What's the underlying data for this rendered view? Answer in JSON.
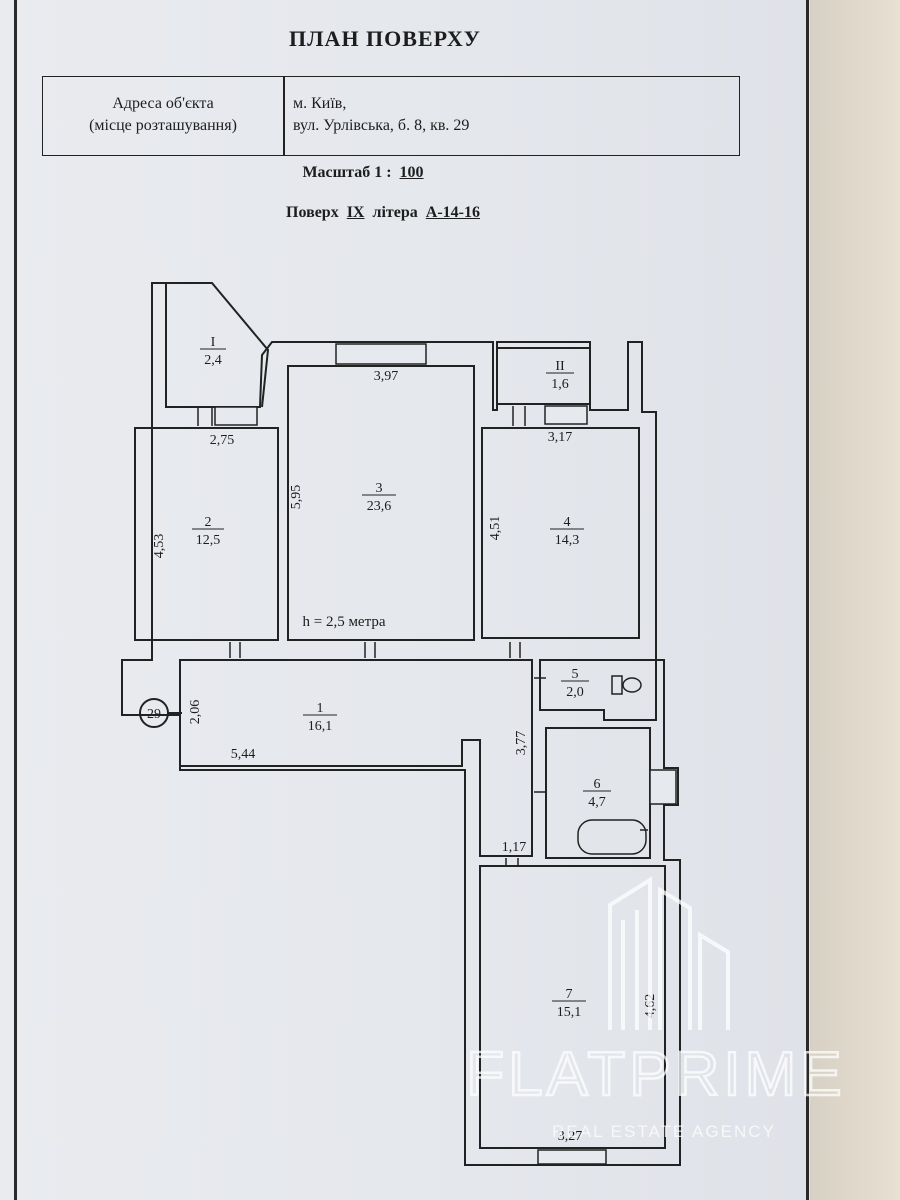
{
  "title": "ПЛАН ПОВЕРХУ",
  "address": {
    "label_line1": "Адреса об'єкта",
    "label_line2": "(місце розташування)",
    "value_line1": "м. Київ,",
    "value_line2": "вул. Урлівська, б. 8, кв. 29"
  },
  "scale": {
    "label": "Масштаб 1 :",
    "value": "100"
  },
  "floor": {
    "label": "Поверх",
    "value": "IX",
    "litera_label": "літера",
    "litera_value": "А-14-16"
  },
  "ceiling_height": "h = 2,5 метра",
  "apartment_number": "29",
  "rooms": [
    {
      "number": "I",
      "area": "2,4"
    },
    {
      "number": "II",
      "area": "1,6"
    },
    {
      "number": "2",
      "area": "12,5"
    },
    {
      "number": "3",
      "area": "23,6"
    },
    {
      "number": "4",
      "area": "14,3"
    },
    {
      "number": "1",
      "area": "16,1"
    },
    {
      "number": "5",
      "area": "2,0"
    },
    {
      "number": "6",
      "area": "4,7"
    },
    {
      "number": "7",
      "area": "15,1"
    }
  ],
  "dimensions": {
    "d_275": "2,75",
    "d_397": "3,97",
    "d_317": "3,17",
    "d_453": "4,53",
    "d_595": "5,95",
    "d_451": "4,51",
    "d_206": "2,06",
    "d_544": "5,44",
    "d_377": "3,77",
    "d_117": "1,17",
    "d_462": "4,62",
    "d_327": "3,27"
  },
  "watermark": {
    "brand": "FLATPRIME",
    "tagline": "REAL ESTATE AGENCY"
  },
  "colors": {
    "paper": "#e6e9ee",
    "ink": "#1d1d1d",
    "watermark": "#ffffff"
  }
}
